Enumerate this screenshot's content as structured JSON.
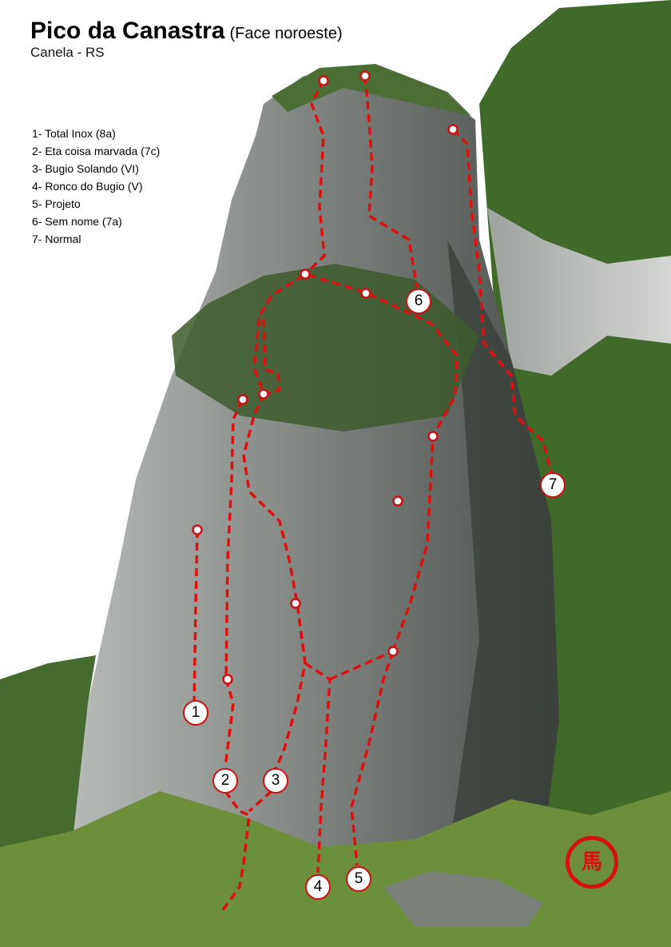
{
  "header": {
    "title": "Pico da Canastra",
    "subtitle": "(Face noroeste)",
    "location": "Canela - RS"
  },
  "legend": [
    "1- Total Inox (8a)",
    "2- Eta coisa marvada (7c)",
    "3- Bugio Solando (VI)",
    "4- Ronco do Bugio (V)",
    "5- Projeto",
    "6- Sem nome (7a)",
    "7- Normal"
  ],
  "markers": [
    "1",
    "2",
    "3",
    "4",
    "5",
    "6",
    "7"
  ],
  "stamp": "馬",
  "colors": {
    "route": "#e01010",
    "rock": "#8a8f8c",
    "vegetation": "#4f7a2e"
  }
}
